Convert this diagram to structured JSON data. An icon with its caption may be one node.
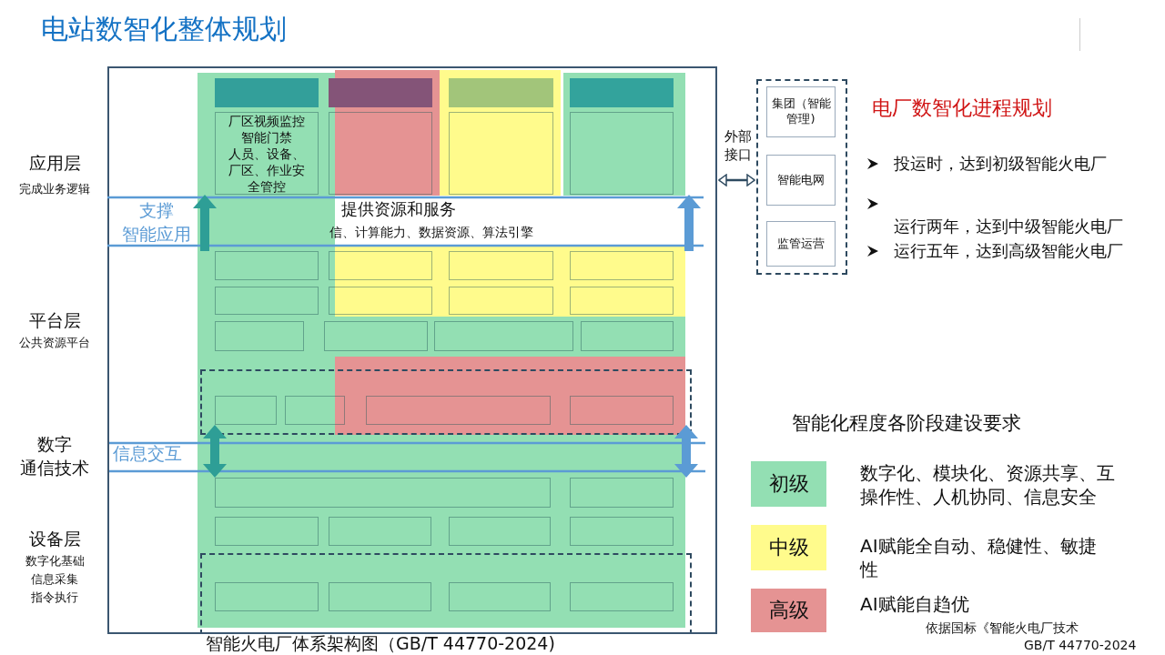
{
  "diagram": {
    "title": "电站数智化整体规划",
    "caption": "智能火电厂体系架构图（GB/T 44770-2024)",
    "nodes": [
      {
        "text": [],
        "shape": "box"
      },
      {
        "text": [],
        "shape": "bar",
        "in": 0
      },
      {
        "text": [],
        "shape": "bar",
        "in": 0
      },
      {
        "text": [],
        "shape": "bar",
        "in": 0
      },
      {
        "text": [],
        "shape": "bar",
        "in": 0
      },
      {
        "text": [
          "厂区视频监控",
          "智能门禁",
          "人员、设备、厂区、作业安全管控"
        ],
        "in": 0
      },
      {
        "text": [],
        "shape": "box",
        "in": 0
      },
      {
        "text": [],
        "shape": "box",
        "in": 0
      },
      {
        "text": [],
        "shape": "box",
        "in": 0
      },
      {
        "text": [],
        "shape": "box",
        "in": 0
      },
      {
        "text": [],
        "shape": "box",
        "in": 0
      },
      {
        "text": [],
        "shape": "box",
        "in": 0
      },
      {
        "text": [],
        "shape": "box",
        "in": 0
      },
      {
        "text": [],
        "shape": "box",
        "in": 0
      },
      {
        "text": [],
        "shape": "box",
        "in": 0
      },
      {
        "text": [],
        "shape": "box",
        "in": 0
      },
      {
        "text": [],
        "shape": "box",
        "in": 0
      },
      {
        "text": [],
        "shape": "box",
        "in": 0
      },
      {
        "text": [],
        "shape": "box",
        "in": 0
      },
      {
        "text": [],
        "shape": "box",
        "in": 0
      },
      {
        "text": [],
        "shape": "box",
        "in": 0
      },
      {
        "text": [],
        "shape": "box",
        "in": 0
      },
      {
        "text": [],
        "shape": "box",
        "in": 21
      },
      {
        "text": [],
        "shape": "box",
        "in": 21
      },
      {
        "text": [],
        "shape": "box",
        "in": 21
      },
      {
        "text": [],
        "shape": "box",
        "in": 21
      },
      {
        "text": [],
        "shape": "box",
        "in": 0
      },
      {
        "text": [],
        "shape": "box",
        "in": 0
      },
      {
        "text": [],
        "shape": "box",
        "in": 0
      },
      {
        "text": [],
        "shape": "box",
        "in": 0
      },
      {
        "text": [],
        "shape": "box",
        "in": 0
      },
      {
        "text": [],
        "shape": "box",
        "in": 0
      },
      {
        "text": [],
        "shape": "box",
        "in": 0
      },
      {
        "text": [],
        "shape": "box",
        "in": 32
      },
      {
        "text": [],
        "shape": "box",
        "in": 32
      },
      {
        "text": [],
        "shape": "box",
        "in": 32
      },
      {
        "text": [],
        "shape": "box",
        "in": 32
      },
      {
        "text": [],
        "shape": "box"
      },
      {
        "text": [
          "集团（智能管理)"
        ],
        "in": 37
      },
      {
        "text": [
          "智能电网"
        ],
        "in": 37
      },
      {
        "text": [
          "监管运营"
        ],
        "in": 37
      }
    ],
    "edges": [
      {
        "from": 9,
        "to": 5,
        "arrow": "to",
        "color": "#2e9e96"
      },
      {
        "from": 12,
        "to": 8,
        "arrow": "to",
        "color": "#5b9bd5"
      },
      {
        "from": 22,
        "to": 26,
        "arrow": "both",
        "color": "#2e9e96"
      },
      {
        "from": 25,
        "to": 27,
        "arrow": "both",
        "color": "#5b9bd5"
      },
      {
        "from": 0,
        "to": 37,
        "arrow": "both",
        "label": "外部接口"
      }
    ],
    "labels": [
      "应用层",
      "完成业务逻辑",
      "支撑",
      "智能应用",
      "提供资源和服务",
      "信、计算能力、数据资源、算法引擎",
      "平台层",
      "公共资源平台",
      "数字",
      "通信技术",
      "信息交互",
      "设备层",
      "数字化基础",
      "信息采集",
      "指令执行",
      "电厂数智化进程规划",
      "投运时，达到初级智能火电厂",
      "运行两年，达到中级智能火电厂",
      "运行五年，达到高级智能火电厂",
      "智能化程度各阶段建设要求",
      "数字化、模块化、资源共享、互操作性、人机协同、信息安全",
      "AI赋能全自动、稳健性、敏捷性",
      "AI赋能自趋优",
      "依据国标《智能火电厂技术",
      "GB/T 44770-2024"
    ],
    "legend": [
      {
        "text": "初级",
        "color": "#93dfb3"
      },
      {
        "text": "中级",
        "color": "#fffb8c"
      },
      {
        "text": "高级",
        "color": "#e59393"
      }
    ]
  }
}
